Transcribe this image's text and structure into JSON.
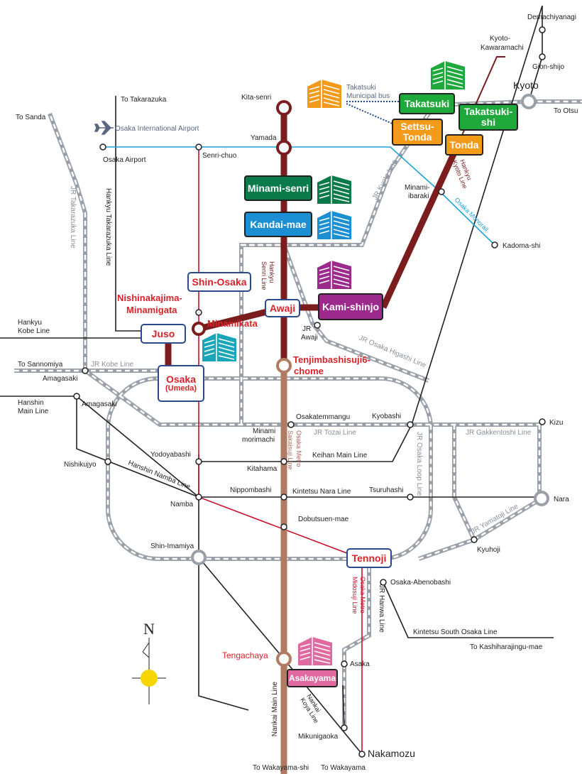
{
  "colors": {
    "brown_hankyu": "#7b1d1d",
    "sakaisuji": "#b07b62",
    "midosuji": "#c8102e",
    "monorail": "#1aa3d8",
    "jr_grey": "#9aa0a8",
    "black": "#222222",
    "campus_green": "#0a7a4a",
    "campus_blue": "#1c8fd3",
    "campus_purple": "#9c2a8c",
    "campus_pink": "#e06aa0",
    "campus_bright_green": "#1fa83c",
    "campus_orange": "#f39a1a",
    "station_box_border": "#2a4a8c"
  },
  "campuses": {
    "minami_senri": "Minami-senri",
    "kandai_mae": "Kandai-mae",
    "kami_shinjo": "Kami-shinjo",
    "takatsuki": "Takatsuki",
    "takatsuki_shi": [
      "Takatsuki-",
      "shi"
    ],
    "settsu_tonda": [
      "Settsu-",
      "Tonda"
    ],
    "tonda": "Tonda",
    "asakayama": "Asakayama"
  },
  "station_boxes": {
    "shin_osaka": "Shin-Osaka",
    "juso": "Juso",
    "awaji": "Awaji",
    "osaka": "Osaka",
    "umeda": "(Umeda)",
    "tennoji": "Tennoji"
  },
  "red_labels": {
    "nishinakajima_1": "Nishinakajima-",
    "nishinakajima_2": "Minamigata",
    "minamikata": "Minamikata",
    "tenjimbashi_1": "Tenjimbashisuji6-",
    "tenjimbashi_2": "chome",
    "tengachaya": "Tengachaya"
  },
  "stations": {
    "demachiyanagi": "Demachiyanagi",
    "kyoto_kawaramachi_1": "Kyoto-",
    "kyoto_kawaramachi_2": "Kawaramachi",
    "gion_shijo": "Gion-shijo",
    "kyoto": "Kyoto",
    "to_otsu": "To Otsu",
    "kita_senri": "Kita-senri",
    "yamada": "Yamada",
    "to_takarazuka": "To Takarazuka",
    "to_sanda": "To Sanda",
    "osaka_airport": "Osaka Airport",
    "senri_chuo": "Senri-chuo",
    "minami_ibaraki_1": "Minami-",
    "minami_ibaraki_2": "ibaraki",
    "kadoma_shi": "Kadoma-shi",
    "jr_awaji_1": "JR",
    "jr_awaji_2": "Awaji",
    "hankyu_kobe_1": "Hankyu",
    "hankyu_kobe_2": "Kobe Line",
    "to_sannomiya": "To Sannomiya",
    "amagasaki_jr": "Amagasaki",
    "amagasaki_hanshin": "Amagasaki",
    "hanshin_main_1": "Hanshin",
    "hanshin_main_2": "Main Line",
    "osakatemmangu": "Osakatemmangu",
    "kyobashi": "Kyobashi",
    "kizu": "Kizu",
    "minami_morimachi_1": "Minami",
    "minami_morimachi_2": "morimachi",
    "yodoyabashi": "Yodoyabashi",
    "kitahama": "Kitahama",
    "nishikujyo": "Nishikujyo",
    "nippombashi": "Nippombashi",
    "tsuruhashi": "Tsuruhashi",
    "nara": "Nara",
    "namba": "Namba",
    "dobutsuen_mae": "Dobutsuen-mae",
    "shin_imamiya": "Shin-Imamiya",
    "kyuhoji": "Kyuhoji",
    "osaka_abenobashi": "Osaka-Abenobashi",
    "to_kashiharajingu": "To Kashiharajingu-mae",
    "asaka": "Asaka",
    "mikunigaoka": "Mikunigaoka",
    "nakamozu": "Nakamozu",
    "to_wakayama_shi": "To Wakayama-shi",
    "to_wakayama": "To Wakayama"
  },
  "lines": {
    "airport_label": "Osaka International Airport",
    "takatsuki_bus_1": "Takatsuki",
    "takatsuki_bus_2": "Municipal bus",
    "jr_kyoto": "JR Kyoto Line",
    "hankyu_kyoto_1": "Hankyu",
    "hankyu_kyoto_2": "Kyoto Line",
    "osaka_monorail": "Osaka Monorail",
    "jr_takarazuka": "JR Takarazuka Line",
    "hankyu_takarazuka": "Hankyu Takarazuka Line",
    "hankyu_senri_1": "Hankyu",
    "hankyu_senri_2": "Senri Line",
    "jr_osaka_higashi": "JR Osaka Higashi Line",
    "jr_kobe": "JR Kobe Line",
    "jr_tozai": "JR Tozai Line",
    "jr_gakkentoshi": "JR Gakkentoshi Line",
    "osaka_metro_sakaisuji_1": "Osaka Metro",
    "osaka_metro_sakaisuji_2": "Sakaisuji Line",
    "jr_osaka_loop": "JR Osaka Loop Line",
    "keihan_main": "Keihan Main Line",
    "hanshin_namba": "Hanshin Namba Line",
    "kintetsu_nara": "Kintetsu Nara Line",
    "jr_yamatoji": "JR Yamatoji Line",
    "osaka_metro_midosuji_1": "Osaka Metro",
    "osaka_metro_midosuji_2": "Midosuji Line",
    "jr_hanwa": "JR Hanwa Line",
    "kintetsu_south_osaka": "Kintetsu South Osaka Line",
    "nankai_koya_1": "Nankai",
    "nankai_koya_2": "Koya Line",
    "nankai_main": "Nankai Main Line"
  },
  "compass": "N",
  "icons": [
    "airplane-icon",
    "building-icon",
    "compass-icon",
    "sun-icon"
  ]
}
